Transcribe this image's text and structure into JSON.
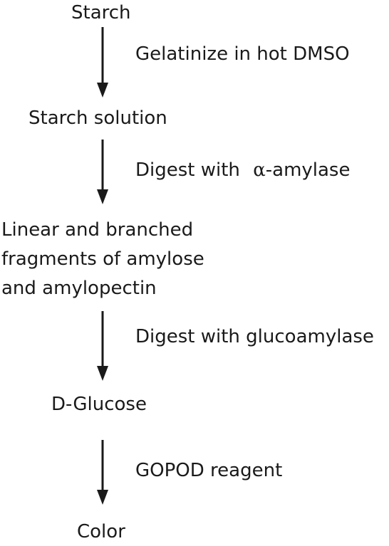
{
  "flow": {
    "nodes": {
      "starch": "Starch",
      "starch_solution": "Starch solution",
      "fragments": {
        "line1": "Linear and branched",
        "line2": "fragments of amylose",
        "line3": "and amylopectin"
      },
      "glucose": "D-Glucose",
      "color": "Color"
    },
    "steps": {
      "gelatinize": "Gelatinize in hot DMSO",
      "digest_alpha_prefix": "Digest with ",
      "digest_alpha_symbol": "α",
      "digest_alpha_suffix": "-amylase",
      "digest_gluco": "Digest with glucoamylase",
      "gopod": "GOPOD reagent"
    }
  },
  "style": {
    "text_color": "#1a1a1a",
    "arrow_color": "#1a1a1a",
    "background": "#ffffff"
  }
}
